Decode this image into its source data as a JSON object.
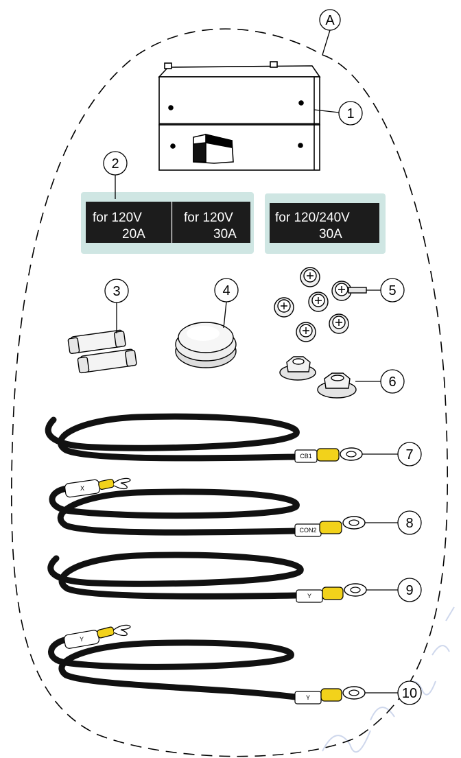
{
  "kit_label": "A",
  "callouts": {
    "c1": "1",
    "c2": "2",
    "c3": "3",
    "c4": "4",
    "c5": "5",
    "c6": "6",
    "c7": "7",
    "c8": "8",
    "c9": "9",
    "c10": "10"
  },
  "stickers": {
    "s1_line1": "for 120V",
    "s1_line2": "20A",
    "s2_line1": "for 120V",
    "s2_line2": "30A",
    "s3_line1": "for 120/240V",
    "s3_line2": "30A"
  },
  "wire_tags": {
    "w7_end": "CB1",
    "w8_start": "X",
    "w8_end": "CON2",
    "w9_end": "Y",
    "w10_start": "Y",
    "w10_end": "Y"
  },
  "colors": {
    "sticker_bg": "#1c1c1c",
    "sticker_glow": "#cfe6e3",
    "terminal": "#f2d21b",
    "wire": "#111111",
    "watermark": "#c9d3ea"
  }
}
